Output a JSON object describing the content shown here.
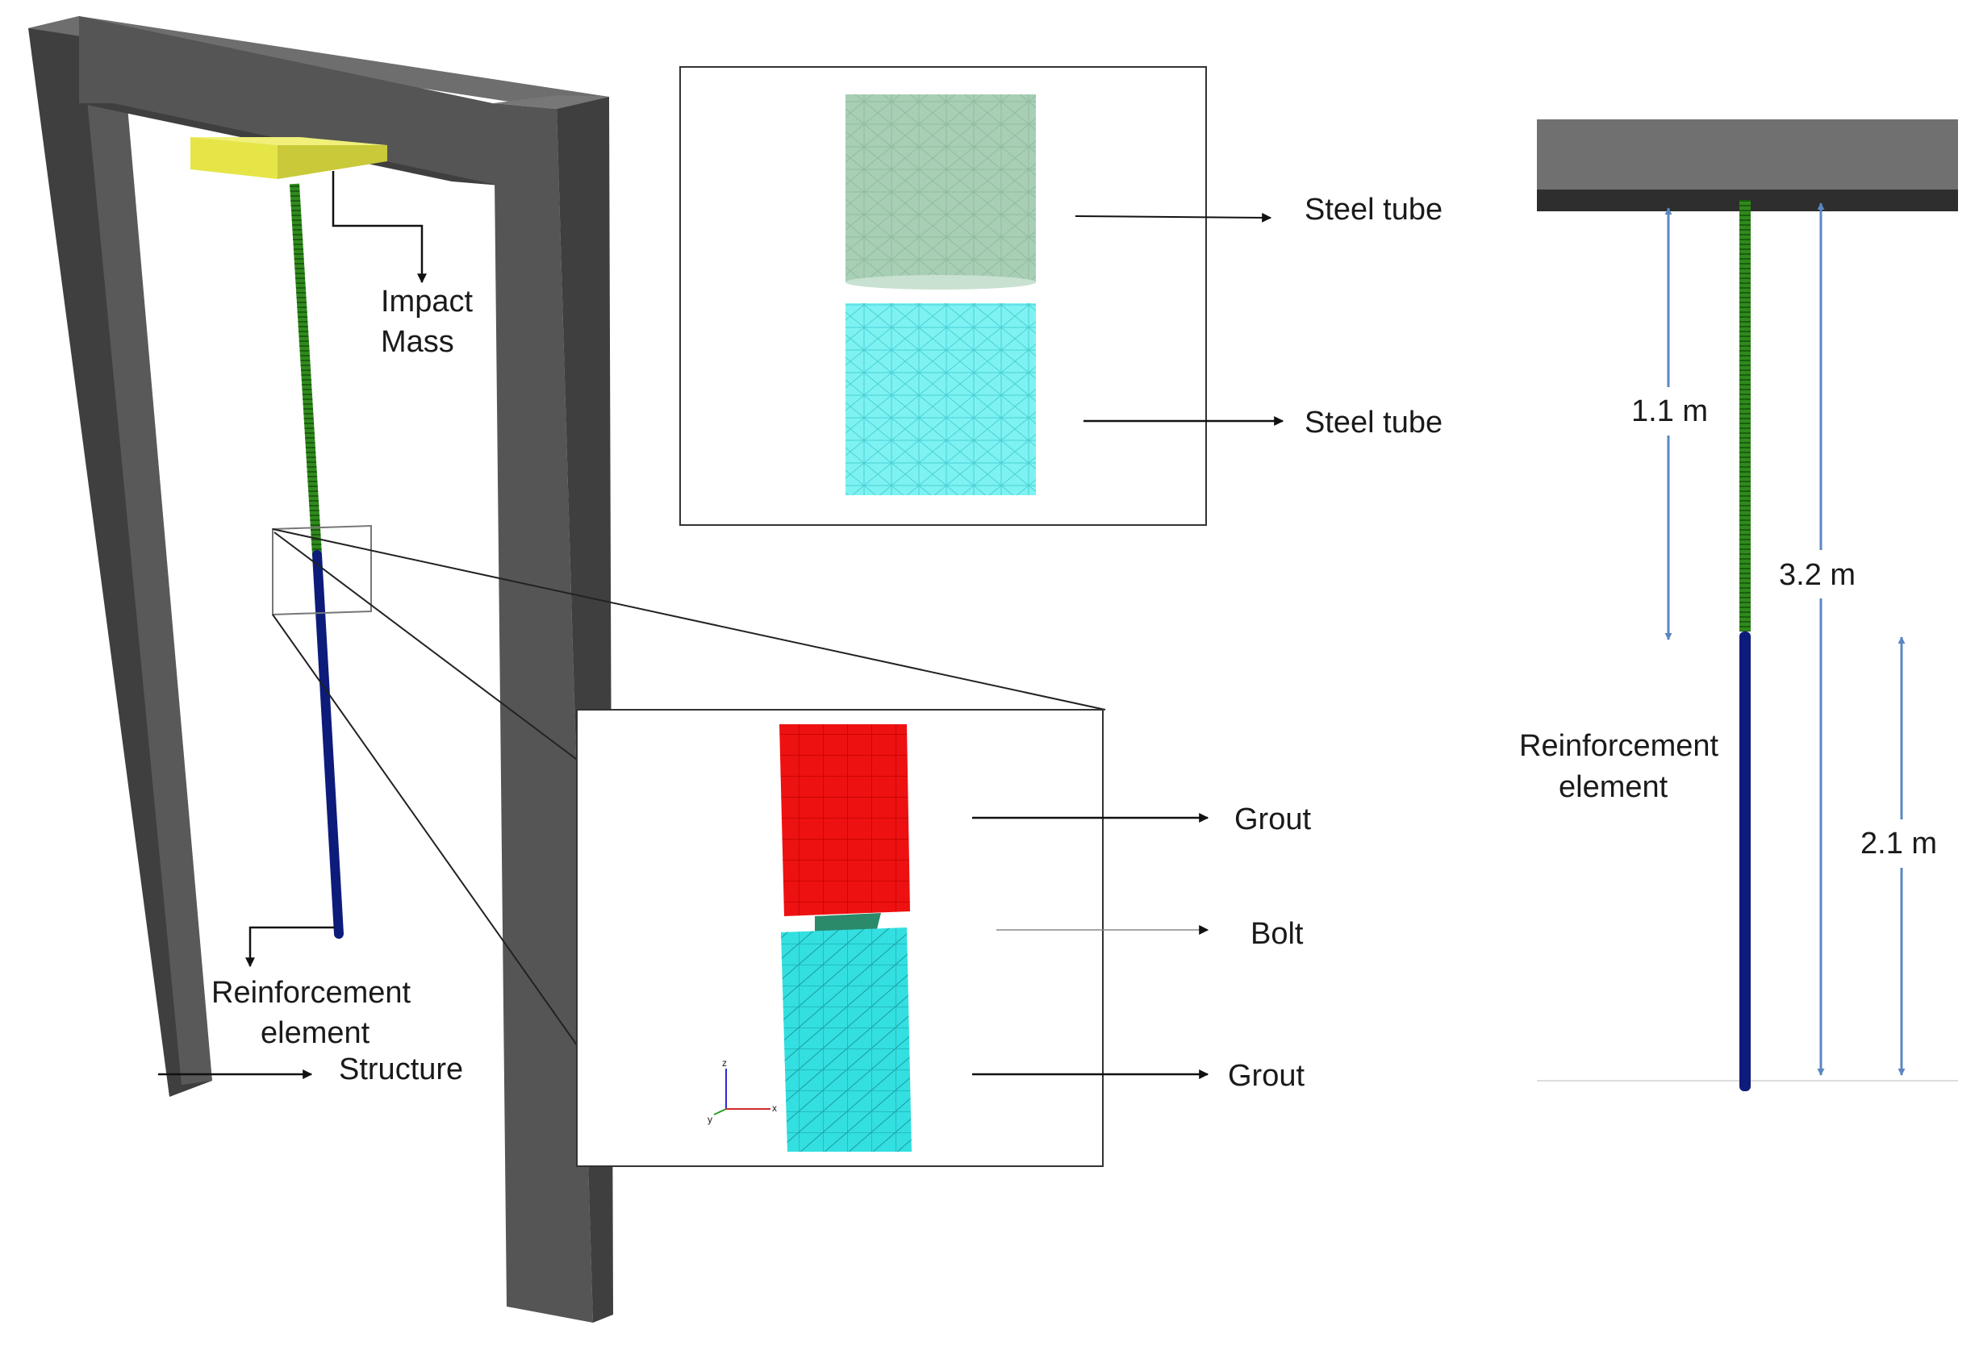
{
  "frame": {
    "labels": {
      "impact_mass": [
        "Impact",
        "Mass"
      ],
      "reinforcement_element": [
        "Reinforcement",
        "element"
      ],
      "structure": "Structure"
    }
  },
  "steel_tube_inset": {
    "labels": {
      "upper_tube": "Steel tube",
      "lower_tube": "Steel tube"
    }
  },
  "connection_inset": {
    "labels": {
      "upper_grout": "Grout",
      "bolt": "Bolt",
      "lower_grout": "Grout"
    },
    "axis_triad": {
      "z": "z",
      "y": "y",
      "x": "x"
    }
  },
  "elevation_view": {
    "dimensions": {
      "upper_segment": "1.1 m",
      "total_length": "3.2 m",
      "lower_segment": "2.1 m"
    },
    "labels": {
      "reinforcement_element": [
        "Reinforcement",
        "element"
      ]
    }
  },
  "colors": {
    "frame_front": "#555555",
    "frame_side": "#3f3f3f",
    "frame_top": "#6e6e6e",
    "impact_mass": "#e5e548",
    "rebar_green": "#2f8a1c",
    "rebar_blue": "#0d1c7a",
    "steel_tube_upper": "#a8cfb5",
    "steel_tube_lower": "#7ef2f2",
    "grout_red": "#ee1111",
    "grout_cyan": "#33dfe0",
    "bolt": "#2a8a6a",
    "dimension_arrow": "#5b87c0"
  }
}
